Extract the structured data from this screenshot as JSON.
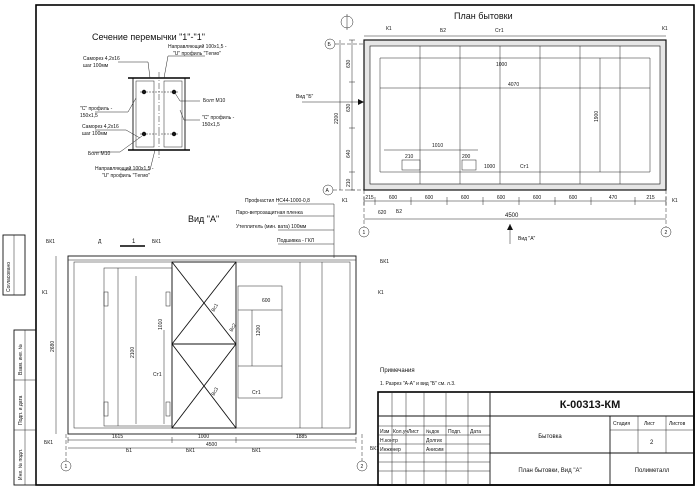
{
  "section": {
    "title": "Сечение перемычки \"1\"-\"1\"",
    "labels": {
      "samorez_top_1": "Саморез 4,2х16",
      "samorez_top_2": "шаг 100мм",
      "napr_top_1": "Направляющий 100х1,5 -",
      "napr_top_2": "\"U\" профиль \"Tегмо\"",
      "c_left_1": "\"С\" профиль -",
      "c_left_2": "150х1,5",
      "bolt_right": "Болт М10",
      "c_right_1": "\"С\" профиль -",
      "c_right_2": "150х1,5",
      "samorez_bot_1": "Саморез 4,2х16",
      "samorez_bot_2": "шаг 100мм",
      "bolt_left": "Болт М10",
      "napr_bot_1": "Направляющий 100х1,5 -",
      "napr_bot_2": "\"U\" профиль \"Tегмо\""
    }
  },
  "plan": {
    "title": "План бытовки",
    "markers": {
      "b_top": "Б",
      "a_bot": "А",
      "n1": "1",
      "n2": "2"
    },
    "labels": {
      "k1_tl": "К1",
      "b2_top": "Б2",
      "st1_top": "Ст1",
      "k1_tr": "К1",
      "k1_bl": "К1",
      "b2_bot": "Б2",
      "st1_mid": "Ст1",
      "k1_br": "К1",
      "vid_b": "Вид \"Б\"",
      "vid_a": "Вид \"А\""
    },
    "dims": {
      "d630a": "630",
      "d630b": "630",
      "d2200": "2200",
      "d640": "640",
      "d210": "210",
      "d1000_top": "1000",
      "d4070": "4070",
      "d1900": "1900",
      "d1010": "1010",
      "d210b": "210",
      "d200": "200",
      "d1000_bot": "1000",
      "bottom": [
        "215",
        "600",
        "600",
        "600",
        "600",
        "600",
        "600",
        "470",
        "215"
      ],
      "d620": "620",
      "d4500": "4500"
    }
  },
  "view": {
    "title": "Вид \"А\"",
    "layers": [
      "Профнастил НС44-1000-0,8",
      "Паро-ветрозащитная пленка",
      "Утеплитель (мин. вата) 100мм",
      "Подшивка - ГКЛ"
    ],
    "labels": {
      "bk1_tl": "БК1",
      "d_mark": "Д",
      "sec_mark": "1",
      "bk1_tm": "БК1",
      "bk1_tr": "БК1",
      "k1_l": "К1",
      "k1_r": "К1",
      "vs1": "Вс1",
      "vs2": "Вс2",
      "vs3": "Вс3",
      "st1a": "Ст1",
      "st1b": "Ст1",
      "bk1_bl": "БК1",
      "bk1_br": "БК1",
      "b1": "Б1",
      "bk1_b": "БК1",
      "bk1_b2": "БК1",
      "n1": "1",
      "n2": "2"
    },
    "dims": {
      "d2680": "2680",
      "d2100": "2100",
      "d1010": "1010",
      "d1200": "1200",
      "d600": "600",
      "d1615": "1615",
      "d1000": "1000",
      "d1885": "1885",
      "d4500": "4500"
    }
  },
  "notes": {
    "title": "Примечания",
    "text": "1. Разрез \"А-А\" и вид \"Б\" см. л.3."
  },
  "title_block": {
    "code": "К-00313-КМ",
    "name1": "Бытовка",
    "name2": "План бытовки, Вид \"А\"",
    "stage_h": "Стадия",
    "sheet_h": "Лист",
    "sheets_h": "Листов",
    "sheet_no": "2",
    "company": "Полиметалл",
    "cols": [
      "Изм",
      "Кол.уч",
      "Лист",
      "№док",
      "Подп.",
      "Дата"
    ],
    "role1": "Н.контр",
    "role2": "Инженер",
    "person1": "Долгих",
    "person2": "Анисим"
  },
  "side_stamp": {
    "agreed": "Согласовано",
    "f1": "Взам. инв. №",
    "f2": "Подп. и дата",
    "f3": "Инв. № подл."
  }
}
